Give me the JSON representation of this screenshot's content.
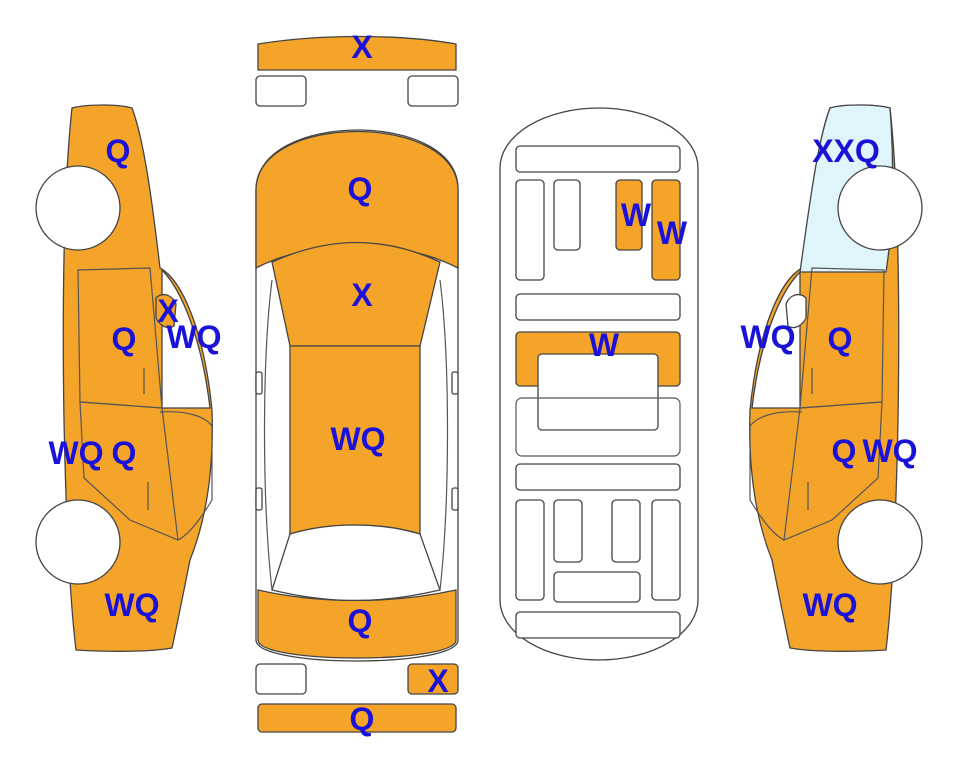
{
  "colors": {
    "damaged": "#f5a42a",
    "glass": "#dff5fb",
    "base": "#ffffff",
    "outline": "#444444",
    "label": "#1a12d8"
  },
  "labels": {
    "front_bumper": "X",
    "hood": "Q",
    "windshield": "X",
    "roof": "WQ",
    "trunk": "Q",
    "rear_bumper": "Q",
    "rear_light_right": "X",
    "left_front_fender": "Q",
    "left_front_door": "Q",
    "left_mirror": "X",
    "left_front_door_glass": "WQ",
    "left_rear_door_a": "WQ",
    "left_rear_door_b": "Q",
    "left_rear_fender": "WQ",
    "interior_seat_a": "W",
    "interior_seat_b": "W",
    "interior_floor": "W",
    "right_front_glass": "XXQ",
    "right_front_door_glass": "WQ",
    "right_front_door": "Q",
    "right_rear_door_a": "Q",
    "right_rear_door_b": "WQ",
    "right_rear_fender": "WQ"
  }
}
